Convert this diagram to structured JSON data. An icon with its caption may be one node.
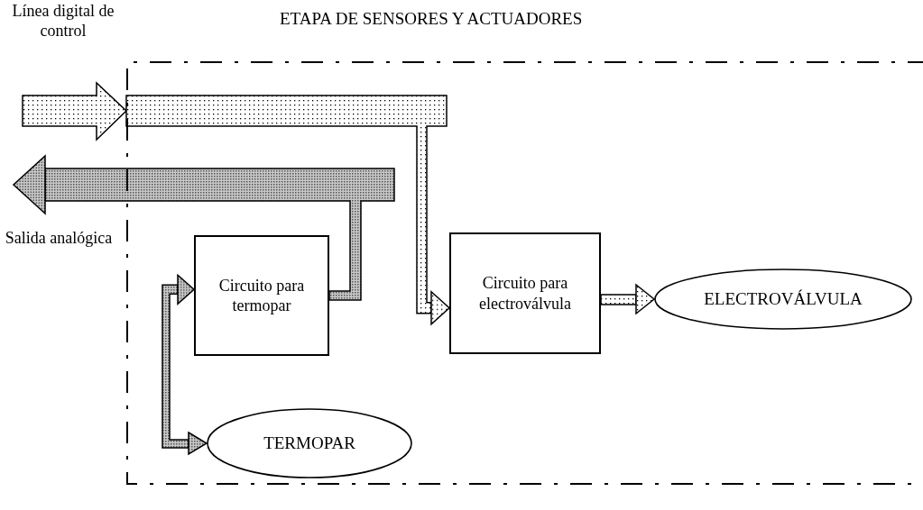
{
  "diagram": {
    "nodes": [
      {
        "text": [
          "ETAPA DE SENSORES Y ACTUADORES"
        ]
      },
      {
        "text": [
          "Circuito para termopar"
        ],
        "in": 0
      },
      {
        "text": [
          "Circuito para electroválvula"
        ],
        "in": 0
      },
      {
        "text": [
          "ELECTROVÁLVULA"
        ],
        "in": 0
      },
      {
        "text": [
          "TERMOPAR"
        ],
        "in": 0
      }
    ],
    "edges": [
      {
        "from": null,
        "to": 2,
        "arrow": "to"
      },
      {
        "from": 1,
        "to": null,
        "arrow": "to"
      },
      {
        "from": 2,
        "to": 3,
        "arrow": "to"
      },
      {
        "from": 4,
        "to": 1,
        "arrow": "both"
      }
    ],
    "labels": [
      "Línea digital de control",
      "Salida analógica"
    ]
  }
}
